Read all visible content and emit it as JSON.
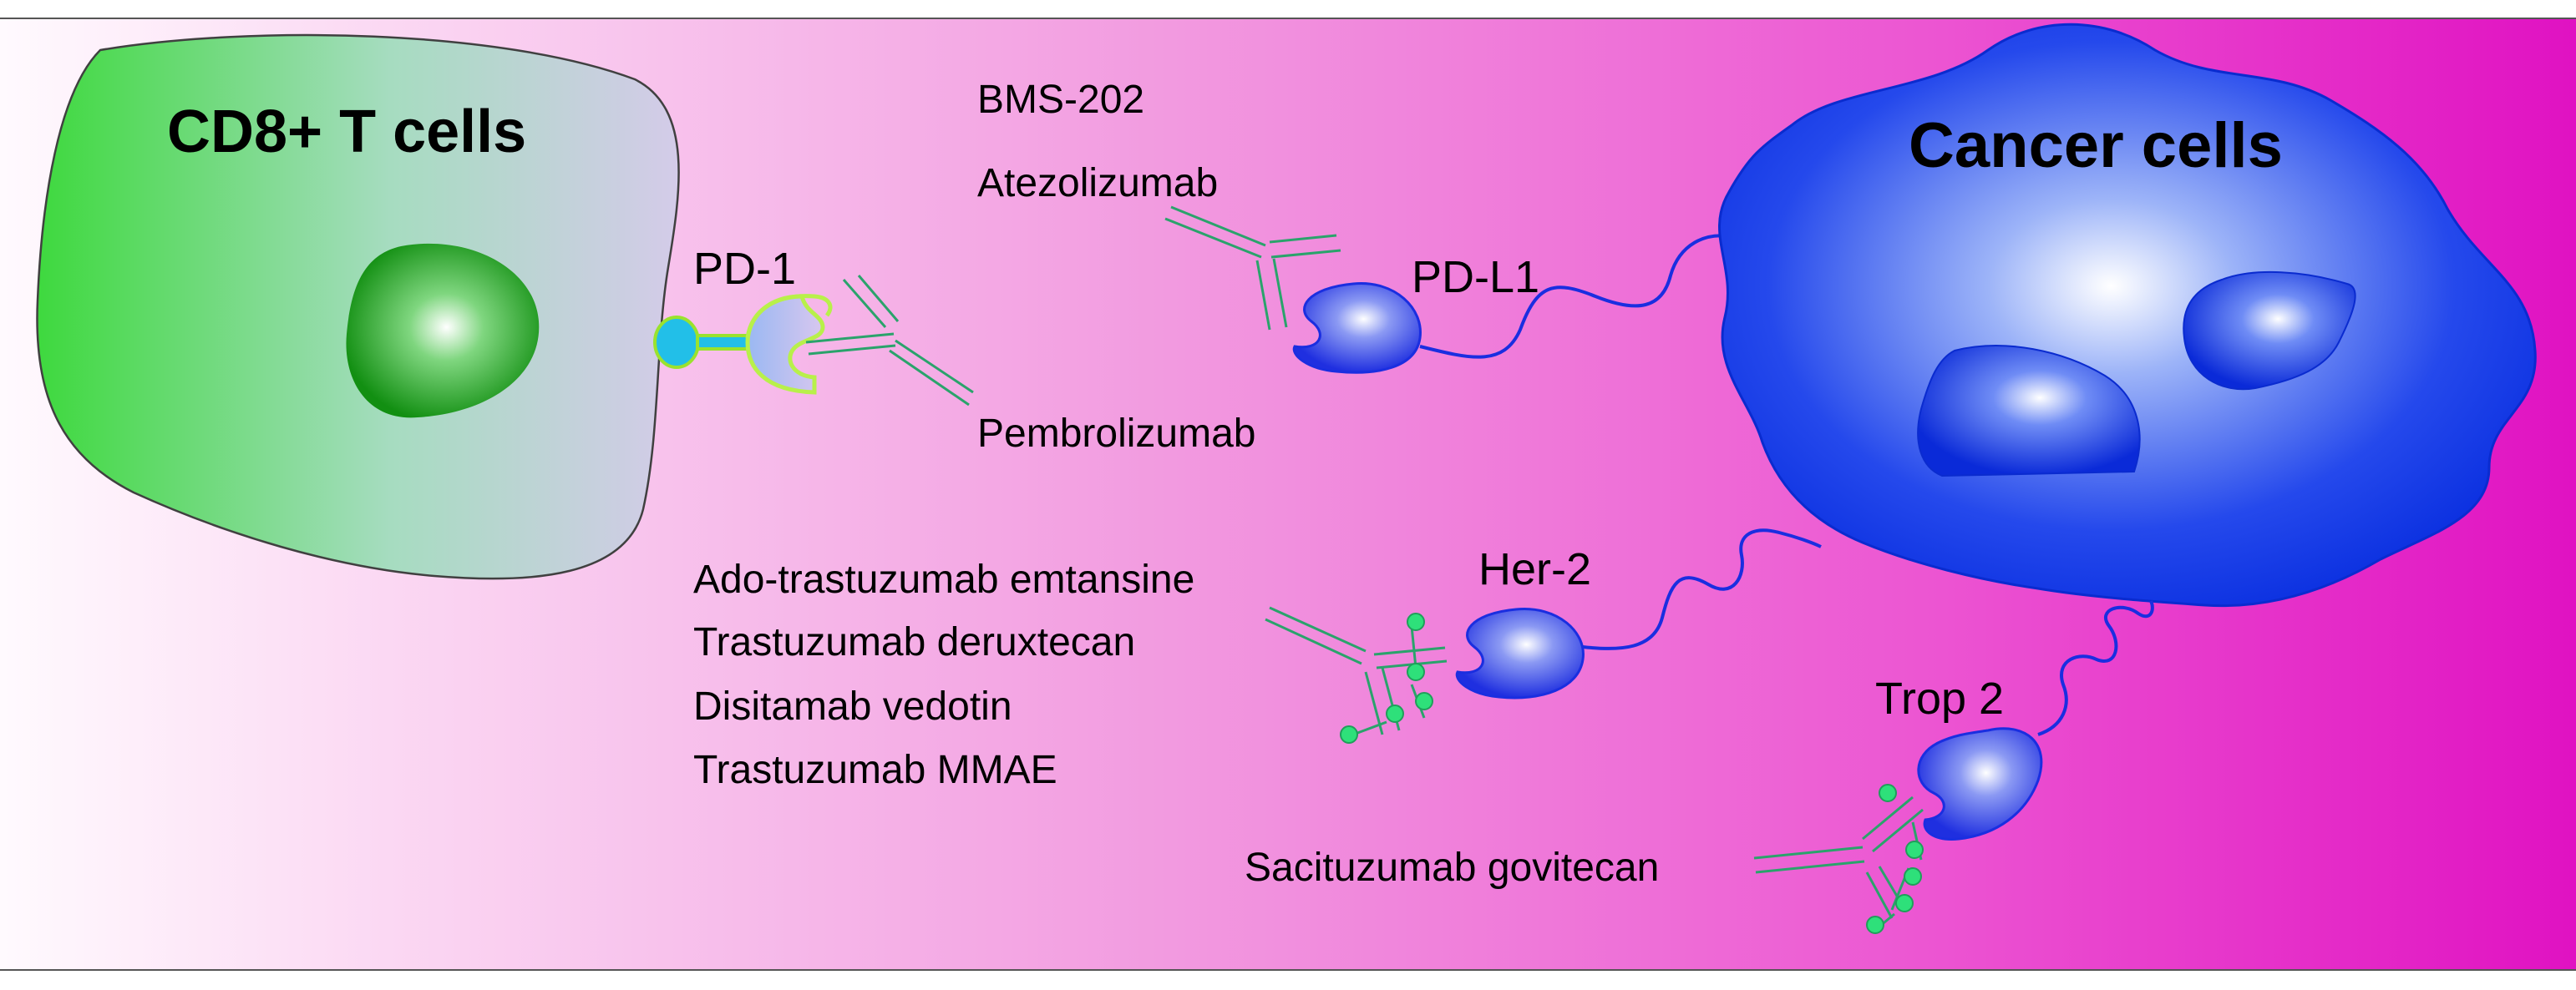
{
  "labels": {
    "tcell": "CD8+ T cells",
    "cancer": "Cancer cells",
    "pd1": "PD-1",
    "pdl1": "PD-L1",
    "her2": "Her-2",
    "trop2": "Trop 2"
  },
  "drugs": {
    "bms202": "BMS-202",
    "atezolizumab": "Atezolizumab",
    "pembrolizumab": "Pembrolizumab",
    "her2_list": [
      "Ado-trastuzumab emtansine",
      "Trastuzumab deruxtecan",
      "Disitamab vedotin",
      "Trastuzumab MMAE"
    ],
    "sacituzumab": "Sacituzumab govitecan"
  },
  "colors": {
    "background_left": "#fdf0fb",
    "background_right": "#e318c3",
    "tcell_fill": "#3ad63a",
    "tcell_nucleus": "#1f9f1f",
    "cancer_fill": "#0a35e6",
    "receptor_fill": "#1a2ee0",
    "antibody_stroke": "#2aa36b",
    "payload_dot": "#2ee07a",
    "pd1_ligand": "#22bfe8",
    "pd1_outline": "#b8f04a"
  }
}
